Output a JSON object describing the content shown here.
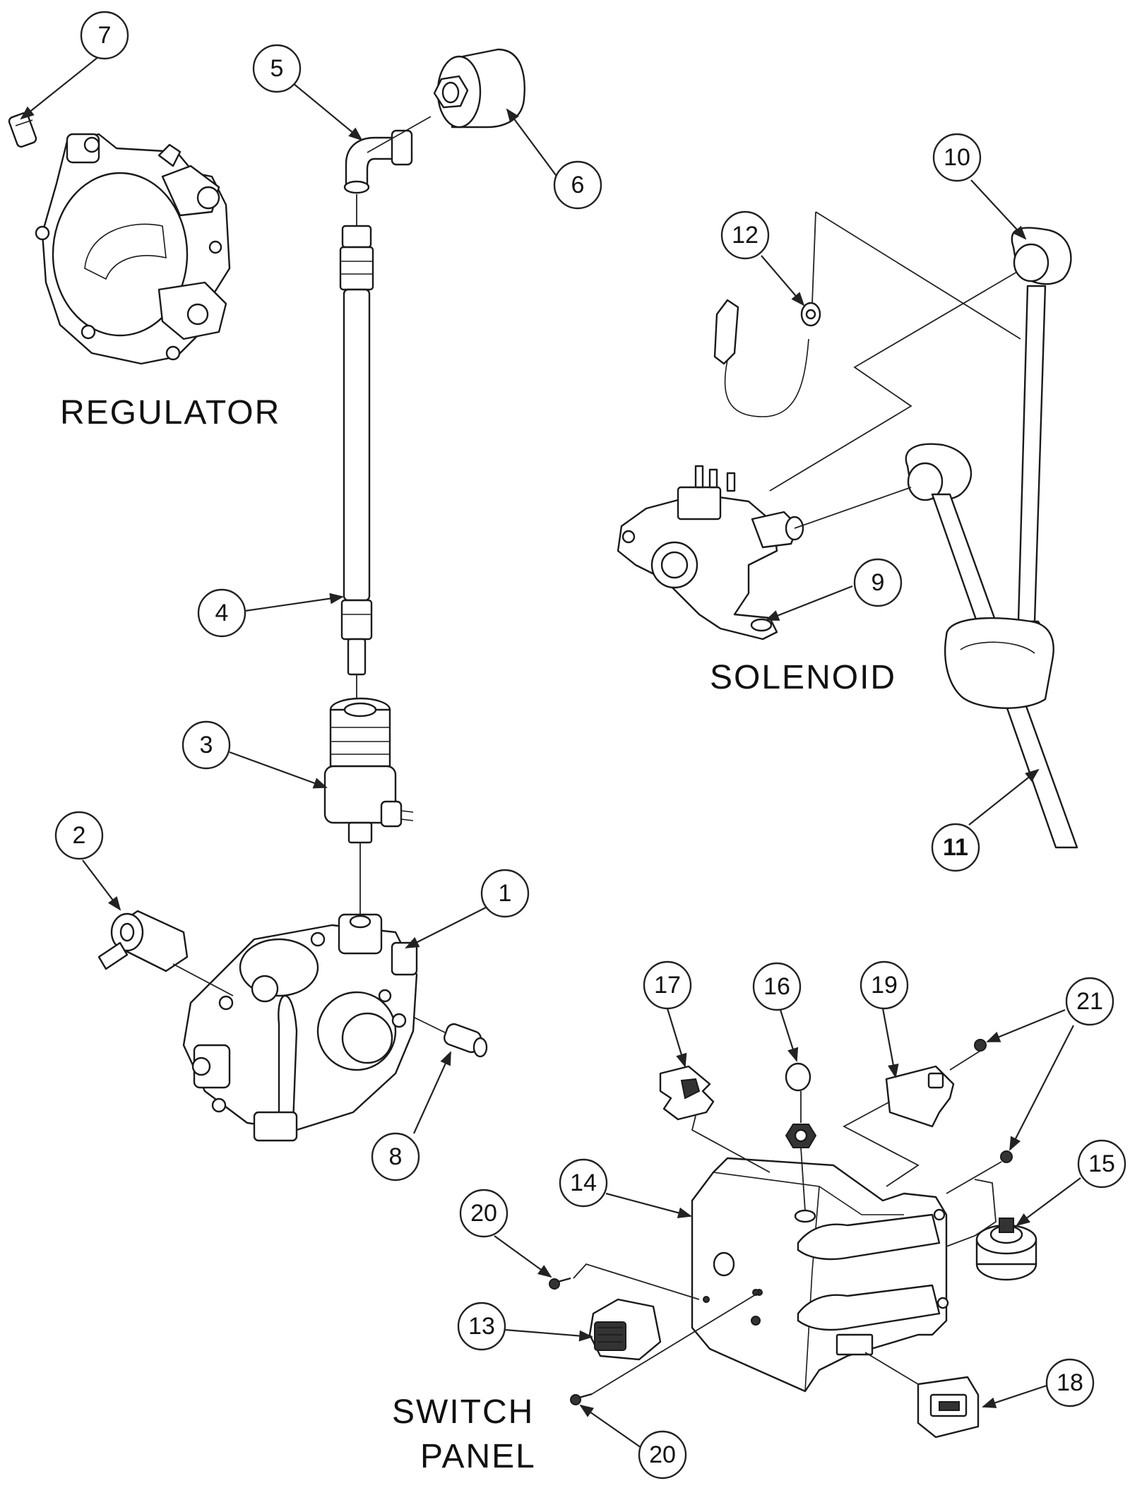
{
  "labels": {
    "regulator": "REGULATOR",
    "solenoid": "SOLENOID",
    "switch_panel_line1": "SWITCH",
    "switch_panel_line2": "PANEL"
  },
  "callouts": [
    "1",
    "2",
    "3",
    "4",
    "5",
    "6",
    "7",
    "8",
    "9",
    "10",
    "11",
    "12",
    "13",
    "14",
    "15",
    "16",
    "17",
    "18",
    "19",
    "20",
    "20",
    "21"
  ]
}
